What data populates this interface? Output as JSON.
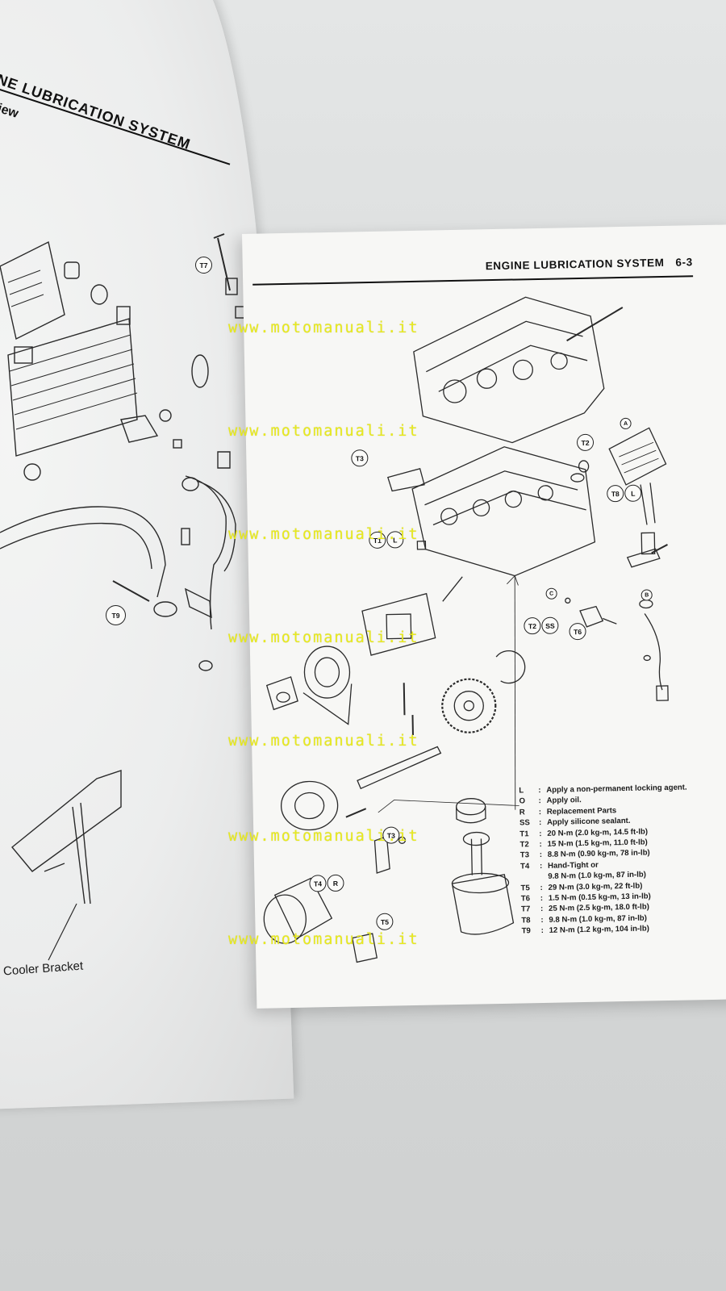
{
  "left_page": {
    "title": "NE LUBRICATION SYSTEM",
    "subtitle": "iew",
    "bracket_label": "Cooler Bracket",
    "callout_t9": "T9",
    "callout_t7": "T7"
  },
  "right_page": {
    "header_title": "ENGINE LUBRICATION SYSTEM",
    "page_number": "6-3",
    "callouts": {
      "t1": "T1",
      "l1": "L",
      "t2a": "T2",
      "t3": "T3",
      "a": "A",
      "t8": "T8",
      "l2": "L",
      "c": "C",
      "t2b": "T2",
      "ss": "SS",
      "t6": "T6",
      "b": "B",
      "t4": "T4",
      "r": "R",
      "t5": "T5"
    },
    "legend": [
      {
        "key": "L",
        "value": "Apply a non-permanent locking agent."
      },
      {
        "key": "O",
        "value": "Apply oil."
      },
      {
        "key": "R",
        "value": "Replacement Parts"
      },
      {
        "key": "SS",
        "value": "Apply silicone sealant."
      },
      {
        "key": "T1",
        "value": "20 N-m (2.0 kg-m, 14.5 ft-lb)"
      },
      {
        "key": "T2",
        "value": "15 N-m (1.5 kg-m, 11.0 ft-lb)"
      },
      {
        "key": "T3",
        "value": "8.8 N-m (0.90 kg-m, 78 in-lb)"
      },
      {
        "key": "T4",
        "value": "Hand-Tight or"
      },
      {
        "key": "",
        "value": "9.8 N-m (1.0 kg-m, 87 in-lb)"
      },
      {
        "key": "T5",
        "value": "29 N-m (3.0 kg-m, 22 ft-lb)"
      },
      {
        "key": "T6",
        "value": "1.5 N-m (0.15 kg-m, 13 in-lb)"
      },
      {
        "key": "T7",
        "value": "25 N-m (2.5 kg-m, 18.0 ft-lb)"
      },
      {
        "key": "T8",
        "value": "9.8 N-m (1.0 kg-m, 87 in-lb)"
      },
      {
        "key": "T9",
        "value": "12 N-m (1.2 kg-m, 104 in-lb)"
      }
    ]
  },
  "watermark": {
    "text": "www.motomanuali.it",
    "color": "#e8ea1c"
  }
}
